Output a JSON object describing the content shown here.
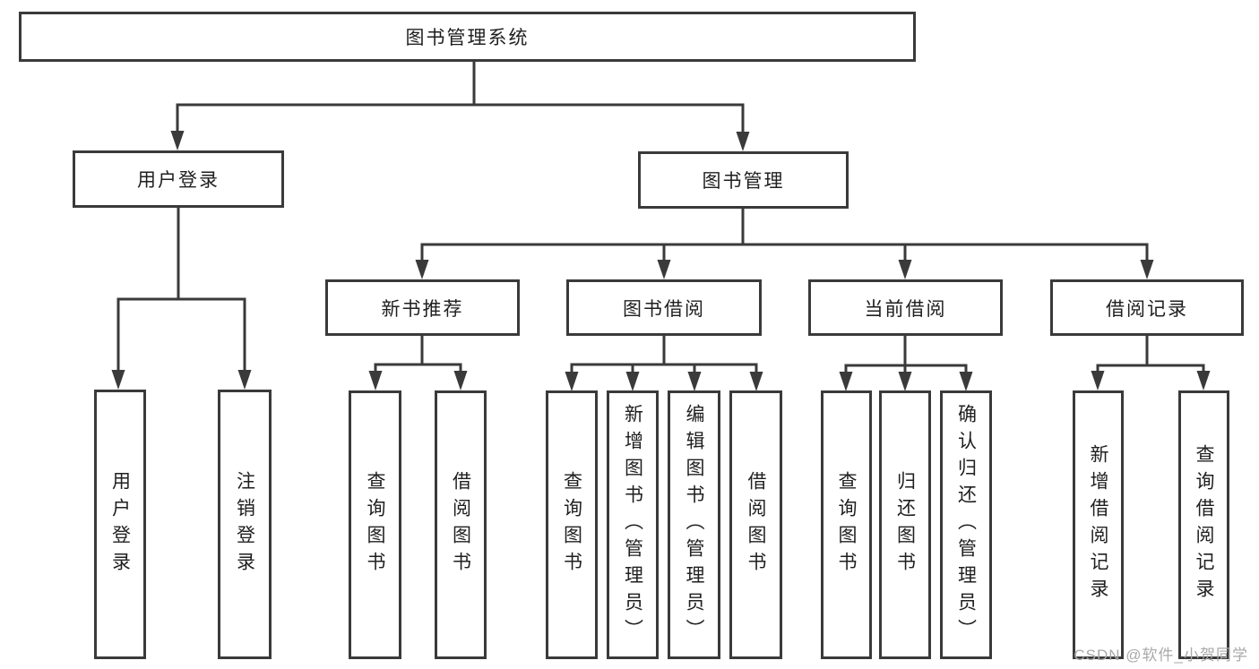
{
  "tree": {
    "root": "图书管理系统",
    "branches": [
      {
        "label": "用户登录",
        "children": [
          "用户登录",
          "注销登录"
        ]
      },
      {
        "label": "图书管理",
        "groups": [
          {
            "label": "新书推荐",
            "children": [
              "查询图书",
              "借阅图书"
            ]
          },
          {
            "label": "图书借阅",
            "children": [
              "查询图书",
              "新增图书（管理员）",
              "编辑图书（管理员）",
              "借阅图书"
            ]
          },
          {
            "label": "当前借阅",
            "children": [
              "查询图书",
              "归还图书",
              "确认归还（管理员）"
            ]
          },
          {
            "label": "借阅记录",
            "children": [
              "新增借阅记录",
              "查询借阅记录"
            ]
          }
        ]
      }
    ]
  },
  "watermark": {
    "text": "CSDN @软件_小贺同学"
  },
  "colors": {
    "line": "#3a3a3a",
    "text": "#1f1f1f",
    "watermark": "#a9a9a9",
    "background": "#ffffff"
  }
}
